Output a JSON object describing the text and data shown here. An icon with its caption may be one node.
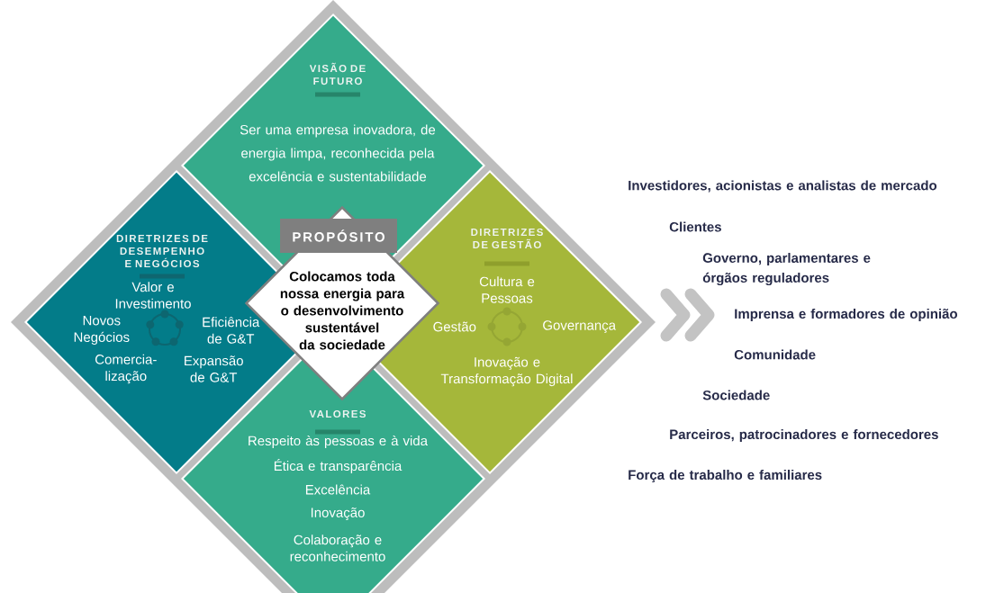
{
  "diagram": {
    "nodes": [
      {
        "text": [
          "VISÃO DE FUTURO",
          "Ser uma empresa inovadora, de energia limpa, reconhecida pela excelência e sustentabilidade"
        ]
      },
      {
        "text": [
          "DIRETRIZES DE DESEMPENHO E NEGÓCIOS",
          "Valor e Investimento",
          "Novos Negócios",
          "Eficiência de G&T",
          "Comercia- lização",
          "Expansão de G&T"
        ]
      },
      {
        "text": [
          "PROPÓSITO"
        ]
      },
      {
        "text": [
          "Colocamos toda nossa energia para o desenvolvimento sustentável da sociedade"
        ]
      },
      {
        "text": [
          "DIRETRIZES DE GESTÃO",
          "Cultura e Pessoas",
          "Gestão",
          "Governança",
          "Inovação e Transformação Digital"
        ]
      },
      {
        "text": [
          "VALORES",
          "Respeito às pessoas e à vida",
          "Ética e transparência",
          "Excelência",
          "Inovação",
          "Colaboração e reconhecimento"
        ]
      }
    ],
    "labels": [
      "Investidores, acionistas e analistas de mercado",
      "Clientes",
      "Governo, parlamentares e órgãos reguladores",
      "Imprensa e formadores de opinião",
      "Comunidade",
      "Sociedade",
      "Parceiros, patrocinadores e fornecedores",
      "Força de trabalho e familiares"
    ]
  }
}
